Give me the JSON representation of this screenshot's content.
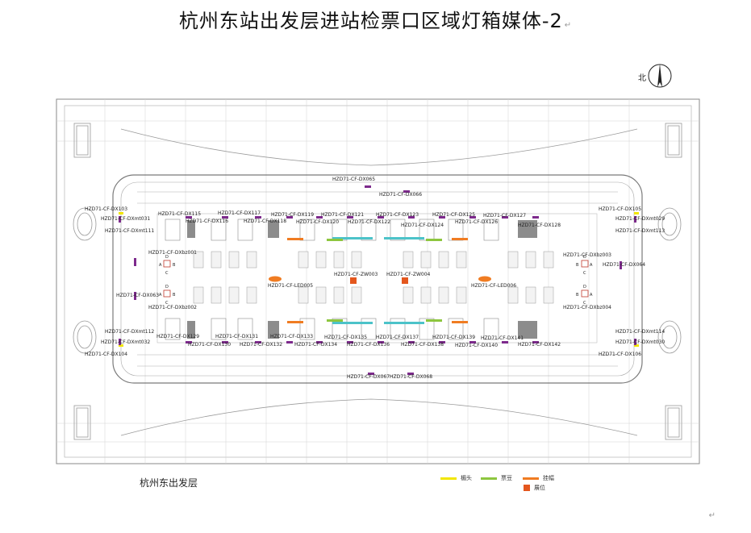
{
  "title": "杭州东站出发层进站检票口区域灯箱媒体-2",
  "return_mark": "↵",
  "north_label": "北",
  "caption": "杭州东出发层",
  "legend": [
    {
      "label": "楣头",
      "color": "#f2e600"
    },
    {
      "label": "票豆",
      "color": "#8dc63f"
    },
    {
      "label": "挂幅",
      "color": "#f07c22"
    },
    {
      "label": "展位",
      "color": "#e4571e"
    }
  ],
  "labels": {
    "dx065": "HZD71-CF-DX065",
    "dx066": "HZD71-CF-DX066",
    "dx067": "HZD71-CF-DX067",
    "dx068": "HZD71-CF-DX068",
    "dx103": "HZD71-CF-DX103",
    "dx104": "HZD71-CF-DX104",
    "dx105": "HZD71-CF-DX105",
    "dx106": "HZD71-CF-DX106",
    "dxmt031": "HZD71-CF-DXmt031",
    "dxmt111": "HZD71-CF-DXmt111",
    "dxmt112": "HZD71-CF-DXmt112",
    "dxmt032": "HZD71-CF-DXmt032",
    "dxmt029": "HZD71-CF-DXmt029",
    "dxmt113": "HZD71-CF-DXmt113",
    "dxmt114": "HZD71-CF-DXmt114",
    "dxmt030": "HZD71-CF-DXmt030",
    "dxbz001": "HZD71-CF-DXbz001",
    "dxbz002": "HZD71-CF-DXbz002",
    "dxbz003": "HZD71-CF-DXbz003",
    "dxbz004": "HZD71-CF-DXbz004",
    "dx063": "HZD71-CF-DX063",
    "dx064": "HZD71-CF-DX064",
    "led005": "HZD71-CF-LED005",
    "led006": "HZD71-CF-LED006",
    "zw003": "HZD71-CF-ZW003",
    "zw004": "HZD71-CF-ZW004",
    "dx115": "HZD71-CF-DX115",
    "dx116": "HZD71-CF-DX116",
    "dx117": "HZD71-CF-DX117",
    "dx118": "HZD71-CF-DX118",
    "dx119": "HZD71-CF-DX119",
    "dx120": "HZD71-CF-DX120",
    "dx121": "HZD71-CF-DX121",
    "dx122": "HZD71-CF-DX122",
    "dx123": "HZD71-CF-DX123",
    "dx124": "HZD71-CF-DX124",
    "dx125": "HZD71-CF-DX125",
    "dx126": "HZD71-CF-DX126",
    "dx127": "HZD71-CF-DX127",
    "dx128": "HZD71-CF-DX128",
    "dx129": "HZD71-CF-DX129",
    "dx130": "HZD71-CF-DX130",
    "dx131": "HZD71-CF-DX131",
    "dx132": "HZD71-CF-DX132",
    "dx133": "HZD71-CF-DX133",
    "dx134": "HZD71-CF-DX134",
    "dx135": "HZD71-CF-DX135",
    "dx136": "HZD71-CF-DX136",
    "dx137": "HZD71-CF-DX137",
    "dx138": "HZD71-CF-DX138",
    "dx139": "HZD71-CF-DX139",
    "dx140": "HZD71-CF-DX140",
    "dx141": "HZD71-CF-DX141",
    "dx142": "HZD71-CF-DX142"
  },
  "colors": {
    "lintel": "#f2e600",
    "ticket": "#8dc63f",
    "banner": "#f07c22",
    "booth": "#e4571e",
    "lightbox": "#7d2a8c",
    "screen": "#4cc3c9",
    "pillar": "#8c8c8c",
    "linework": "#8a8a8a"
  }
}
